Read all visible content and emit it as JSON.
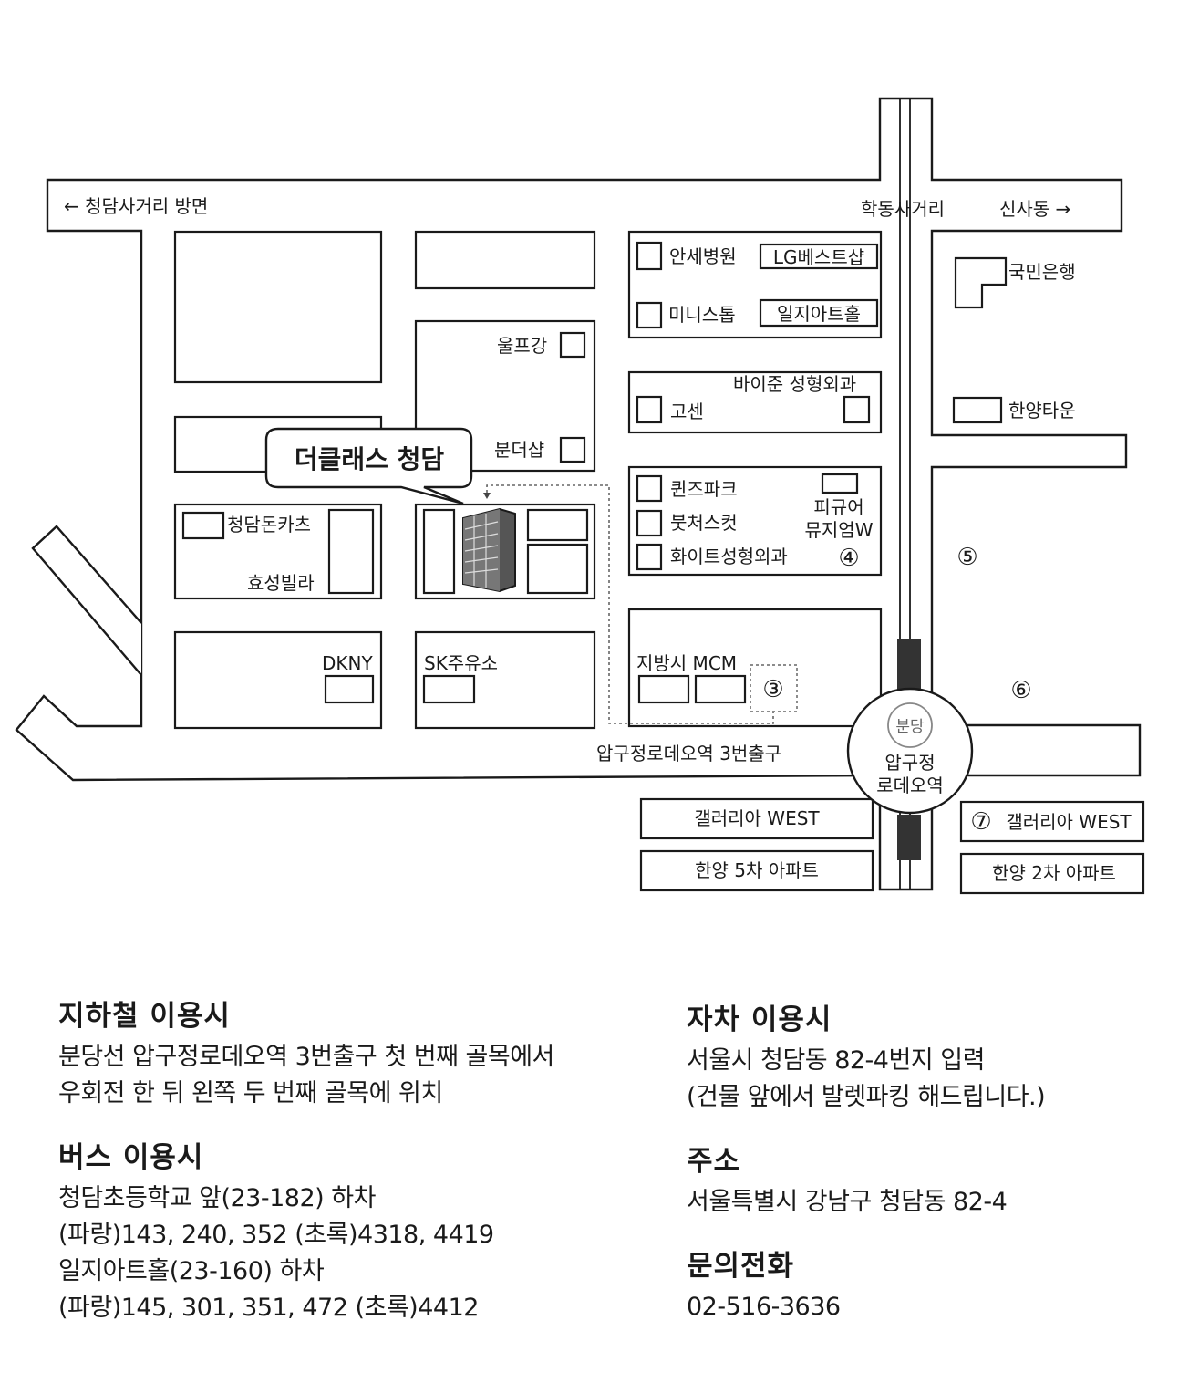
{
  "map": {
    "road_top_left": "← 청담사거리 방면",
    "road_top_mid": "학동사거리",
    "road_top_right": "신사동 →",
    "highlight": "더클래스 청담",
    "labels": {
      "ulpeugang": "울프강",
      "bundeoshop": "분더샵",
      "anse": "안세병원",
      "lg": "LG베스트샵",
      "mini": "미니스톱",
      "ilji": "일지아트홀",
      "kookmin": "국민은행",
      "baijun": "바이준 성형외과",
      "gosen": "고센",
      "hanyang_town": "한양타운",
      "queens": "퀸즈파크",
      "butcher": "붓처스컷",
      "white": "화이트성형외과",
      "figure1": "피규어",
      "figure2": "뮤지엄W",
      "donkatsu": "청담돈카츠",
      "hyosung": "효성빌라",
      "dkny": "DKNY",
      "sk": "SK주유소",
      "jibang": "지방시 MCM",
      "exit_road": "압구정로데오역 3번출구",
      "station_line": "분당",
      "station1": "압구정",
      "station2": "로데오역",
      "galleria1": "갤러리아 WEST",
      "galleria2": "갤러리아 WEST",
      "hanyang5": "한양 5차 아파트",
      "hanyang2": "한양 2차 아파트"
    },
    "exits": [
      "③",
      "④",
      "⑤",
      "⑥",
      "⑦"
    ]
  },
  "directions": {
    "subway": {
      "title": "지하철 이용시",
      "lines": [
        "분당선 압구정로데오역 3번출구 첫 번째 골목에서",
        "우회전 한 뒤 왼쪽 두 번째 골목에 위치"
      ]
    },
    "bus": {
      "title": "버스 이용시",
      "lines": [
        "청담초등학교 앞(23-182) 하차",
        "(파랑)143, 240, 352  (초록)4318, 4419",
        "일지아트홀(23-160) 하차",
        "(파랑)145, 301, 351, 472  (초록)4412"
      ]
    },
    "car": {
      "title": "자차 이용시",
      "lines": [
        "서울시 청담동 82-4번지 입력",
        "(건물 앞에서 발렛파킹 해드립니다.)"
      ]
    },
    "address": {
      "title": "주소",
      "lines": [
        "서울특별시 강남구 청담동 82-4"
      ]
    },
    "phone": {
      "title": "문의전화",
      "lines": [
        "02-516-3636"
      ]
    }
  }
}
